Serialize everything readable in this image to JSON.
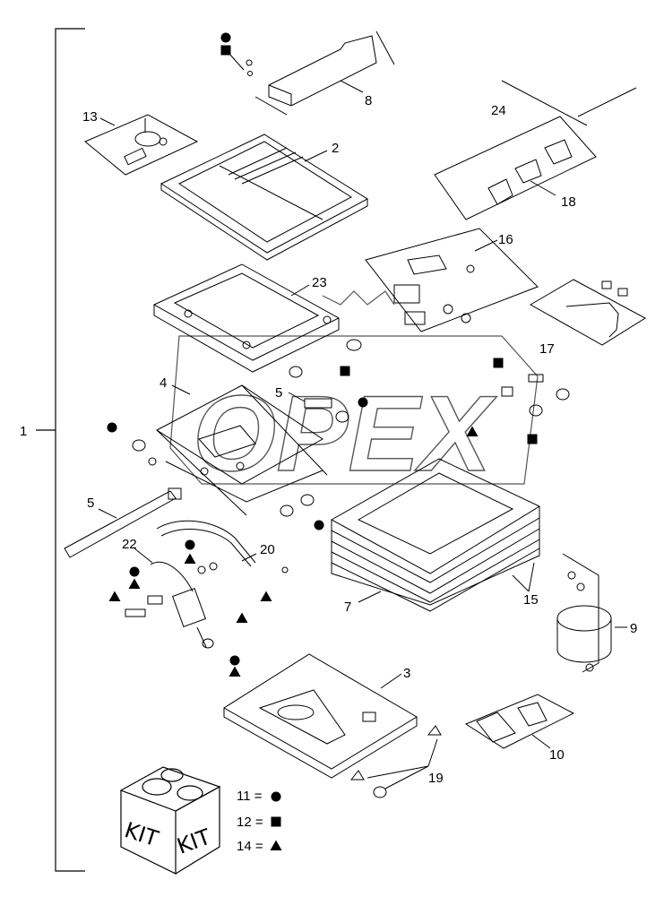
{
  "diagram": {
    "part_labels": [
      "1",
      "2",
      "3",
      "4",
      "5",
      "5",
      "7",
      "8",
      "9",
      "10",
      "13",
      "15",
      "16",
      "17",
      "18",
      "19",
      "20",
      "22",
      "23",
      "24"
    ],
    "legend": [
      {
        "text": "11 =",
        "symbol": "circle"
      },
      {
        "text": "12 =",
        "symbol": "square"
      },
      {
        "text": "14 =",
        "symbol": "triangle"
      }
    ],
    "kit_box": {
      "label_left": "KIT",
      "label_right": "KIT"
    },
    "watermark": {
      "text": "OPEX"
    }
  }
}
